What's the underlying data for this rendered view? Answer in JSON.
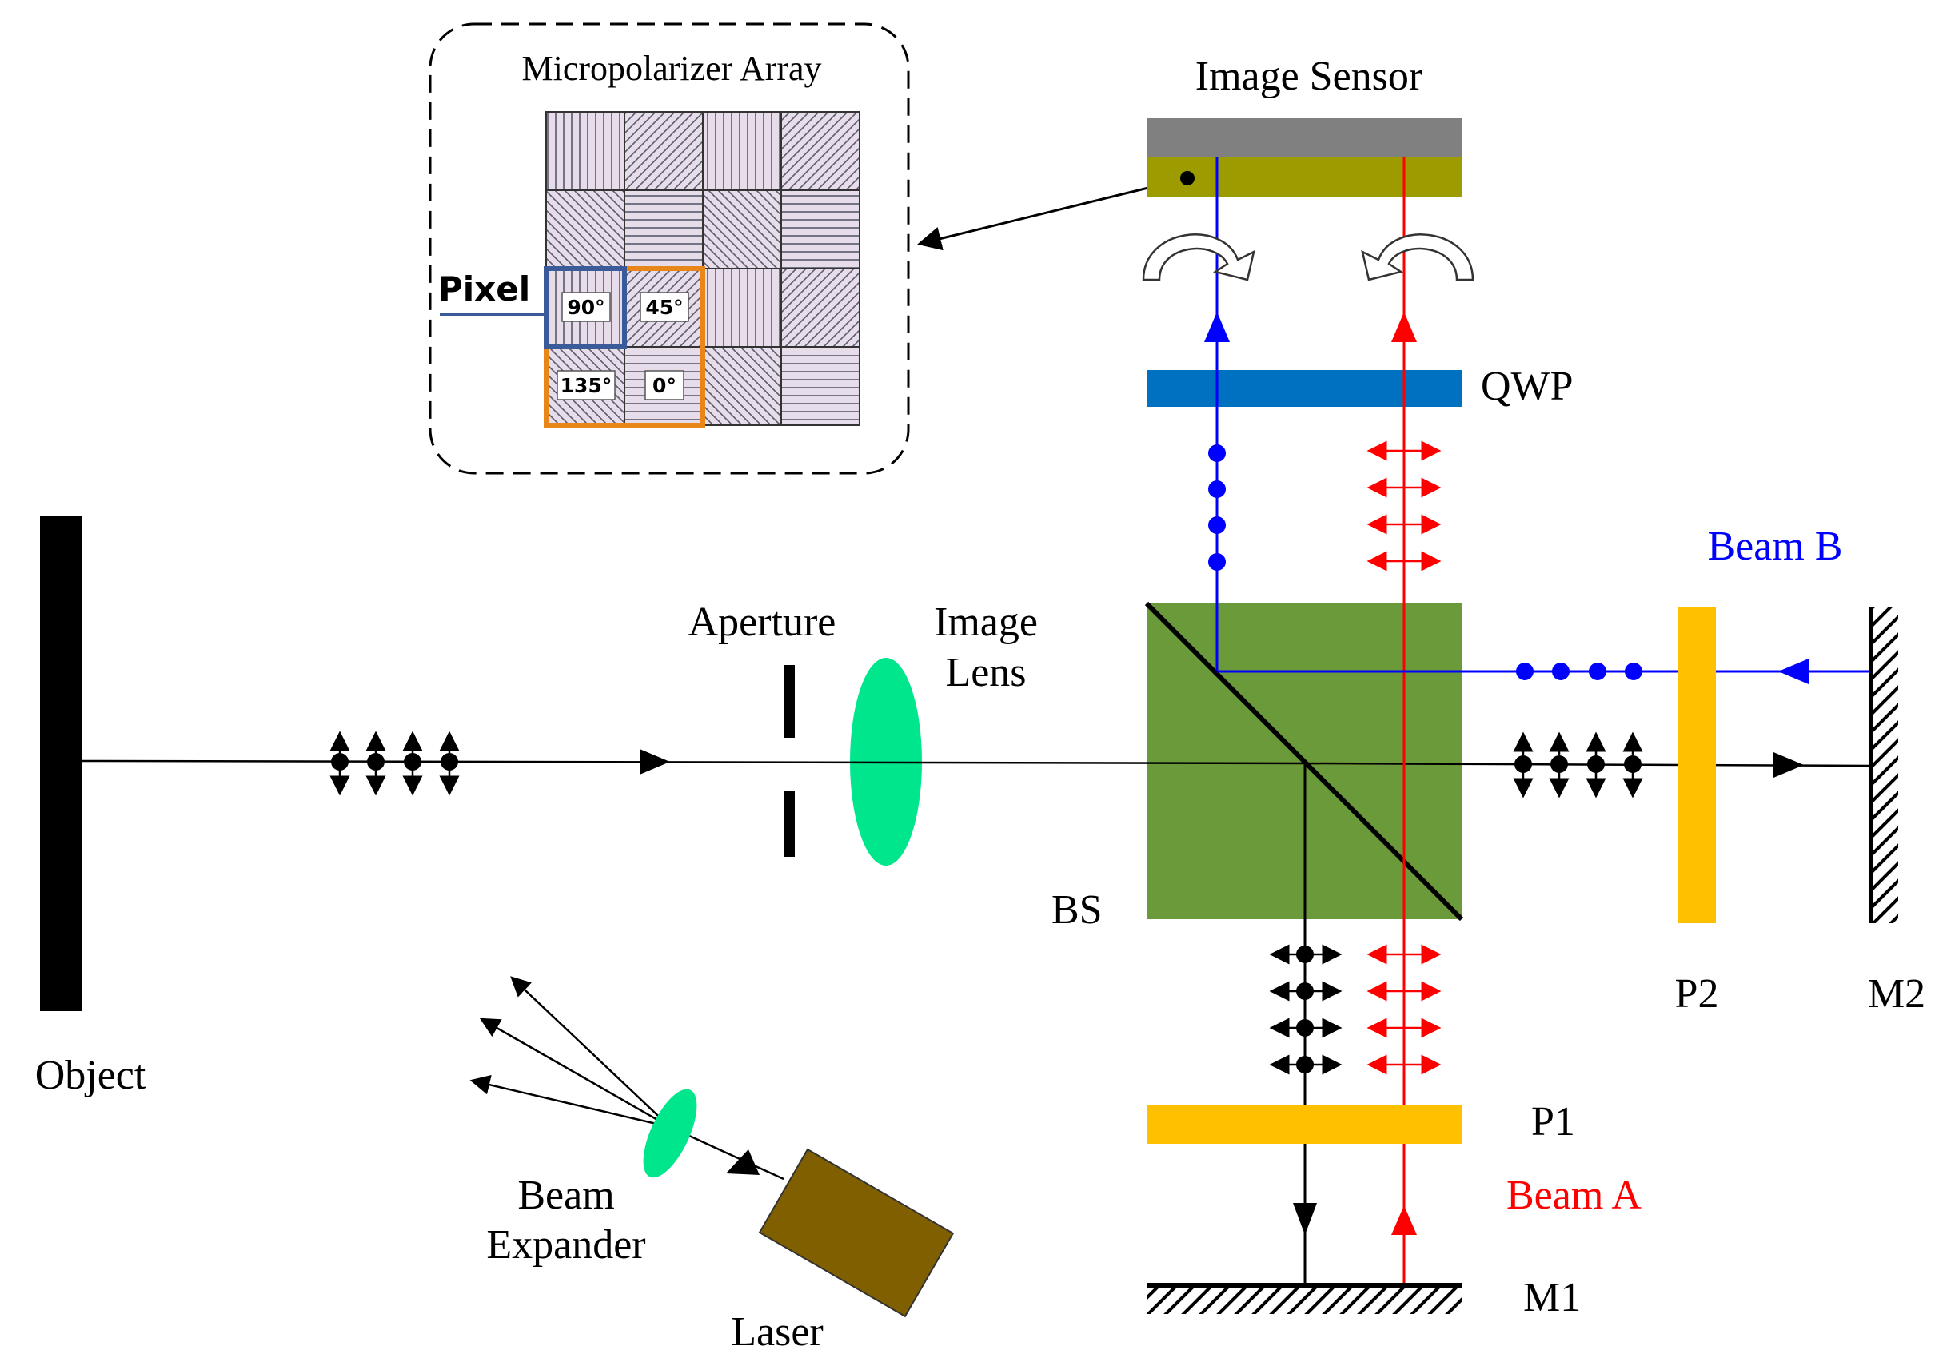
{
  "labels": {
    "micropolarizer_array": "Micropolarizer Array",
    "pixel": "Pixel",
    "angle_90": "90°",
    "angle_45": "45°",
    "angle_135": "135°",
    "angle_0": "0°",
    "image_sensor": "Image Sensor",
    "qwp": "QWP",
    "beam_b": "Beam B",
    "aperture": "Aperture",
    "image_lens_line1": "Image",
    "image_lens_line2": "Lens",
    "bs": "BS",
    "object": "Object",
    "p2": "P2",
    "m2": "M2",
    "p1": "P1",
    "beam_a": "Beam A",
    "m1": "M1",
    "beam_expander_line1": "Beam",
    "beam_expander_line2": "Expander",
    "laser": "Laser"
  },
  "colors": {
    "beam_a": "#ff0000",
    "beam_b": "#0000ff",
    "object_beam": "#000000",
    "sensor_top": "#808080",
    "sensor_bottom": "#9c9c00",
    "qwp": "#0070c0",
    "polarizer": "#ffc000",
    "beam_splitter": "#6a9a3a",
    "lens": "#00e68c",
    "laser": "#7f5f00",
    "pixel_box": "#3a5a9a",
    "superpixel_box": "#e8861a",
    "micropolarizer_cell": "#e6dcea"
  },
  "icons": {
    "circular_arrow_left": "circular-polarization-arrow",
    "circular_arrow_right": "circular-polarization-arrow",
    "mirror_hatch": "hatched-mirror"
  }
}
